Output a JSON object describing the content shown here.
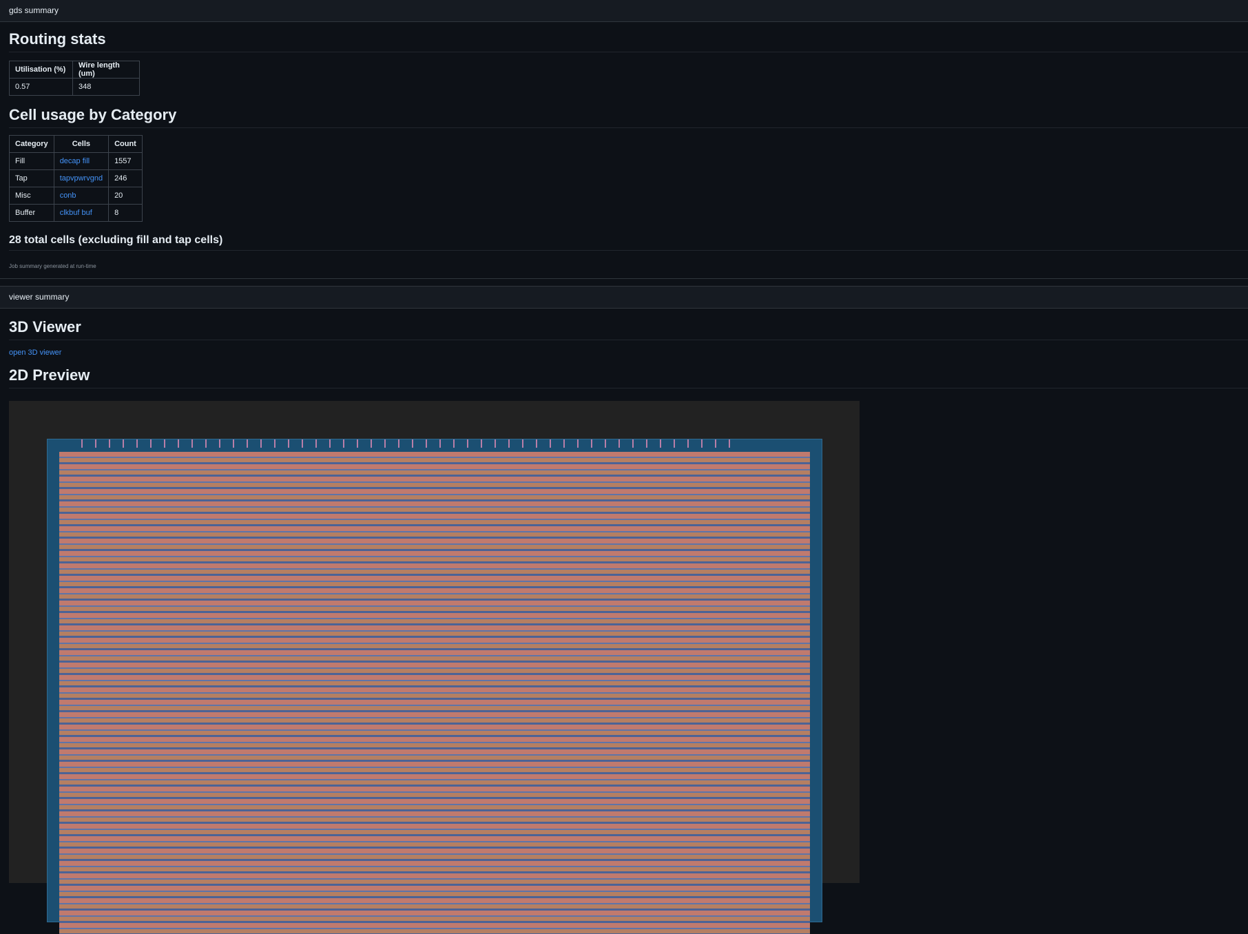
{
  "gds_summary": {
    "header": "gds summary",
    "routing_title": "Routing stats",
    "routing_table": {
      "headers": [
        "Utilisation (%)",
        "Wire length (um)"
      ],
      "row": [
        "0.57",
        "348"
      ]
    },
    "cell_usage_title": "Cell usage by Category",
    "cell_table": {
      "headers": [
        "Category",
        "Cells",
        "Count"
      ],
      "rows": [
        {
          "category": "Fill",
          "cells": "decap fill",
          "count": "1557"
        },
        {
          "category": "Tap",
          "cells": "tapvpwrvgnd",
          "count": "246"
        },
        {
          "category": "Misc",
          "cells": "conb",
          "count": "20"
        },
        {
          "category": "Buffer",
          "cells": "clkbuf buf",
          "count": "8"
        }
      ]
    },
    "total_cells": "28 total cells (excluding fill and tap cells)",
    "footnote": "Job summary generated at run-time"
  },
  "viewer_summary": {
    "header": "viewer summary",
    "viewer_title": "3D Viewer",
    "viewer_link": "open 3D viewer",
    "preview_title": "2D Preview"
  },
  "colors": {
    "background": "#0d1117",
    "link": "#4493f8",
    "die": "#1b4f72",
    "metal_pink": "#c07a6e",
    "metal_blue": "#5f74a8"
  }
}
